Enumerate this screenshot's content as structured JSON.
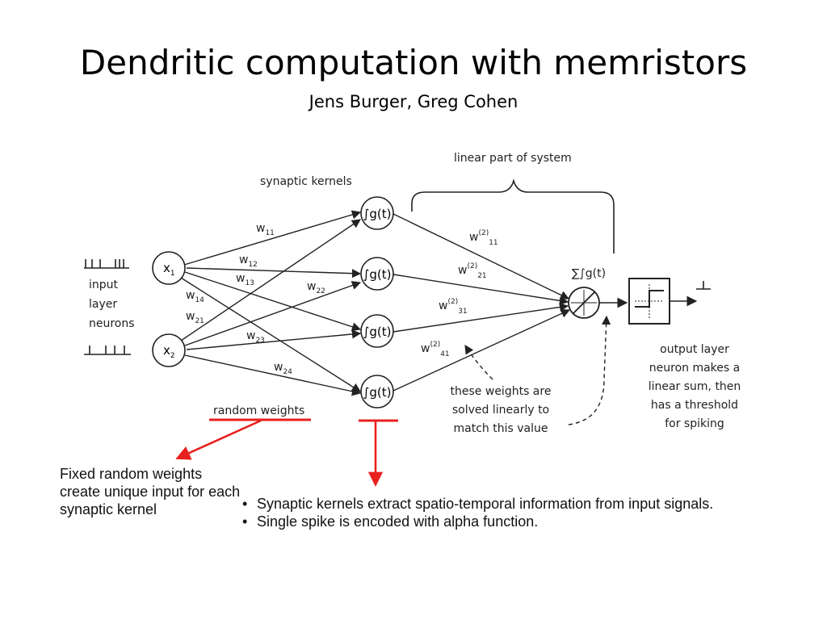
{
  "slide": {
    "title": "Dendritic computation with memristors",
    "subtitle": "Jens Burger, Greg Cohen"
  },
  "diagram": {
    "labels": {
      "synaptic_kernels": "synaptic kernels",
      "linear_part": "linear part of system",
      "input_layer": [
        "input",
        "layer",
        "neurons"
      ],
      "random_weights": "random weights",
      "sum_kernel": "∑∫g(t)",
      "weights_note": [
        "these weights are",
        "solved linearly to",
        "match this value"
      ],
      "output_note": [
        "output layer",
        "neuron makes a",
        "linear sum, then",
        "has a threshold",
        "for spiking"
      ]
    },
    "input_nodes": [
      {
        "base": "x",
        "sub": "1"
      },
      {
        "base": "x",
        "sub": "2"
      }
    ],
    "kernel_label": "∫g(t)",
    "kernels": [
      "k1",
      "k2",
      "k3",
      "k4"
    ],
    "weights_first": [
      {
        "base": "w",
        "sub": "11"
      },
      {
        "base": "w",
        "sub": "12"
      },
      {
        "base": "w",
        "sub": "13"
      },
      {
        "base": "w",
        "sub": "14"
      },
      {
        "base": "w",
        "sub": "21"
      },
      {
        "base": "w",
        "sub": "22"
      },
      {
        "base": "w",
        "sub": "23"
      },
      {
        "base": "w",
        "sub": "24"
      }
    ],
    "weights_second": [
      {
        "base": "w",
        "sup": "(2)",
        "sub": "11"
      },
      {
        "base": "w",
        "sup": "(2)",
        "sub": "21"
      },
      {
        "base": "w",
        "sup": "(2)",
        "sub": "31"
      },
      {
        "base": "w",
        "sup": "(2)",
        "sub": "41"
      }
    ],
    "colors": {
      "ink": "#222222",
      "annotation_red": "#e8201e"
    }
  },
  "notes": {
    "random_weights_note": "Fixed random weights create unique input for each synaptic kernel",
    "bullets": [
      "Synaptic kernels extract spatio-temporal information from input signals.",
      "Single spike is encoded with alpha function."
    ]
  }
}
